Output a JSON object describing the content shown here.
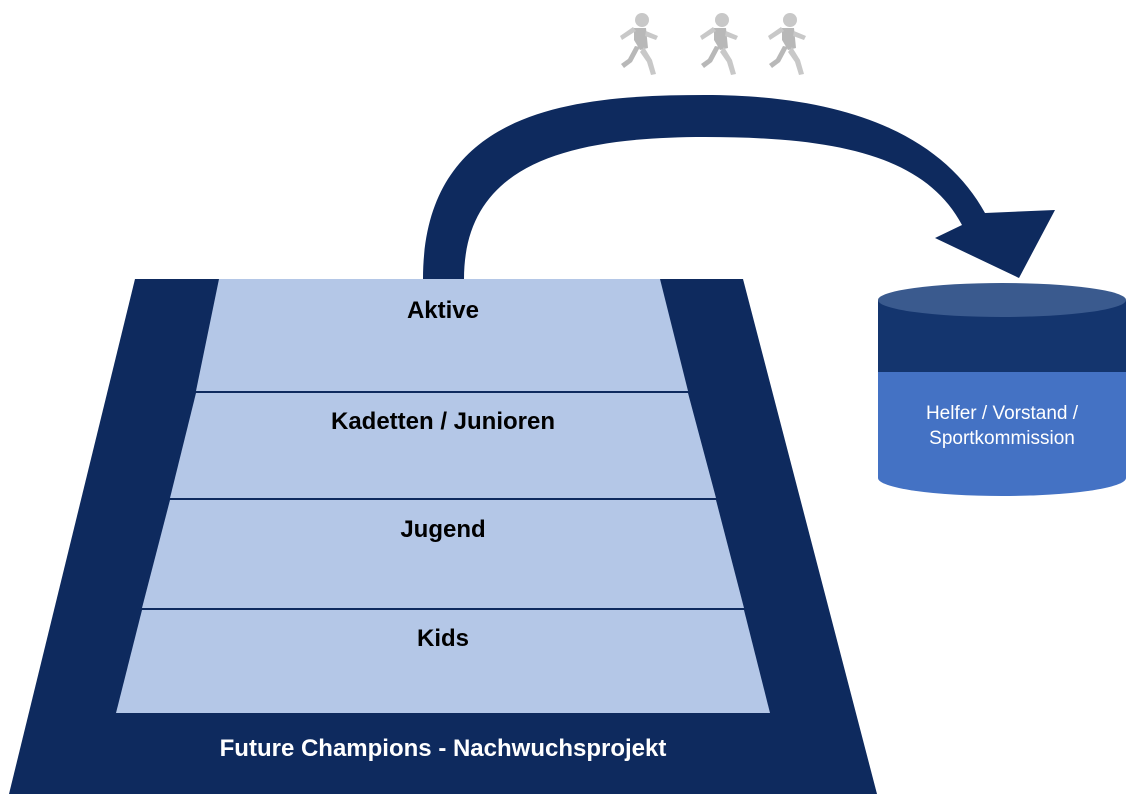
{
  "pyramid": {
    "levels": [
      {
        "label": "Aktive"
      },
      {
        "label": "Kadetten / Junioren"
      },
      {
        "label": "Jugend"
      },
      {
        "label": "Kids"
      }
    ],
    "base_label": "Future Champions - Nachwuchsprojekt"
  },
  "cylinder": {
    "line1": "Helfer / Vorstand /",
    "line2": "Sportkommission"
  },
  "icons": {
    "runners": [
      "runner-icon",
      "runner-icon",
      "runner-icon"
    ]
  },
  "colors": {
    "navy": "#0e2a5e",
    "tier_fill": "#b4c7e7",
    "cylinder_top": "#14356e",
    "cylinder_body": "#4472c4",
    "runner": "#c8c8c8"
  }
}
